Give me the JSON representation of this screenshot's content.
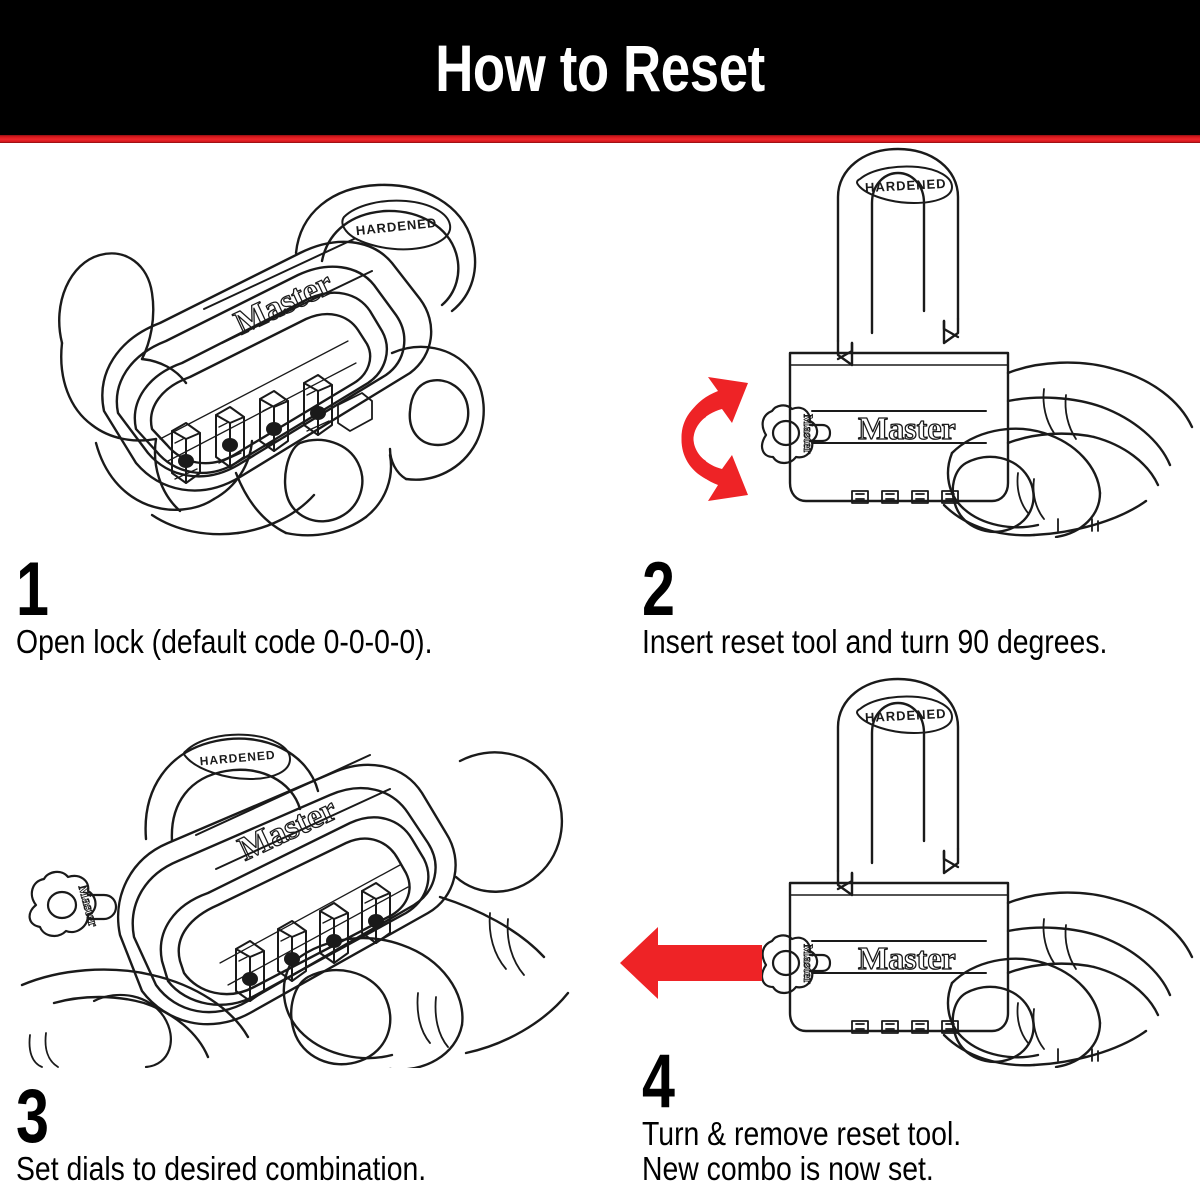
{
  "header": {
    "title": "How to Reset",
    "banner_color": "#000000",
    "title_color": "#ffffff",
    "rule_color": "#e8232a"
  },
  "palette": {
    "arrow_red": "#ee2326",
    "line_black": "#1a1a1a",
    "background": "#ffffff"
  },
  "brand": {
    "logo_text": "Master",
    "shackle_text": "HARDENED",
    "tool_text": "Master"
  },
  "steps": [
    {
      "number": "1",
      "caption_line1": "Open lock (default code 0-0-0-0).",
      "caption_line2": "",
      "illustration": "hand-holding-combination-padlock-front",
      "arrow": "none",
      "dial_count": 4
    },
    {
      "number": "2",
      "caption_line1": "Insert reset tool and turn 90 degrees.",
      "caption_line2": "",
      "illustration": "padlock-side-with-reset-tool-inserted",
      "arrow": "curved-rotate-red",
      "dial_count": 4
    },
    {
      "number": "3",
      "caption_line1": "Set dials to desired combination.",
      "caption_line2": "",
      "illustration": "thumb-setting-dials-with-tool-in-place",
      "arrow": "none",
      "dial_count": 4
    },
    {
      "number": "4",
      "caption_line1": "Turn & remove reset tool.",
      "caption_line2": "New combo is now set.",
      "illustration": "padlock-side-removing-reset-tool",
      "arrow": "straight-left-red",
      "dial_count": 4
    }
  ]
}
